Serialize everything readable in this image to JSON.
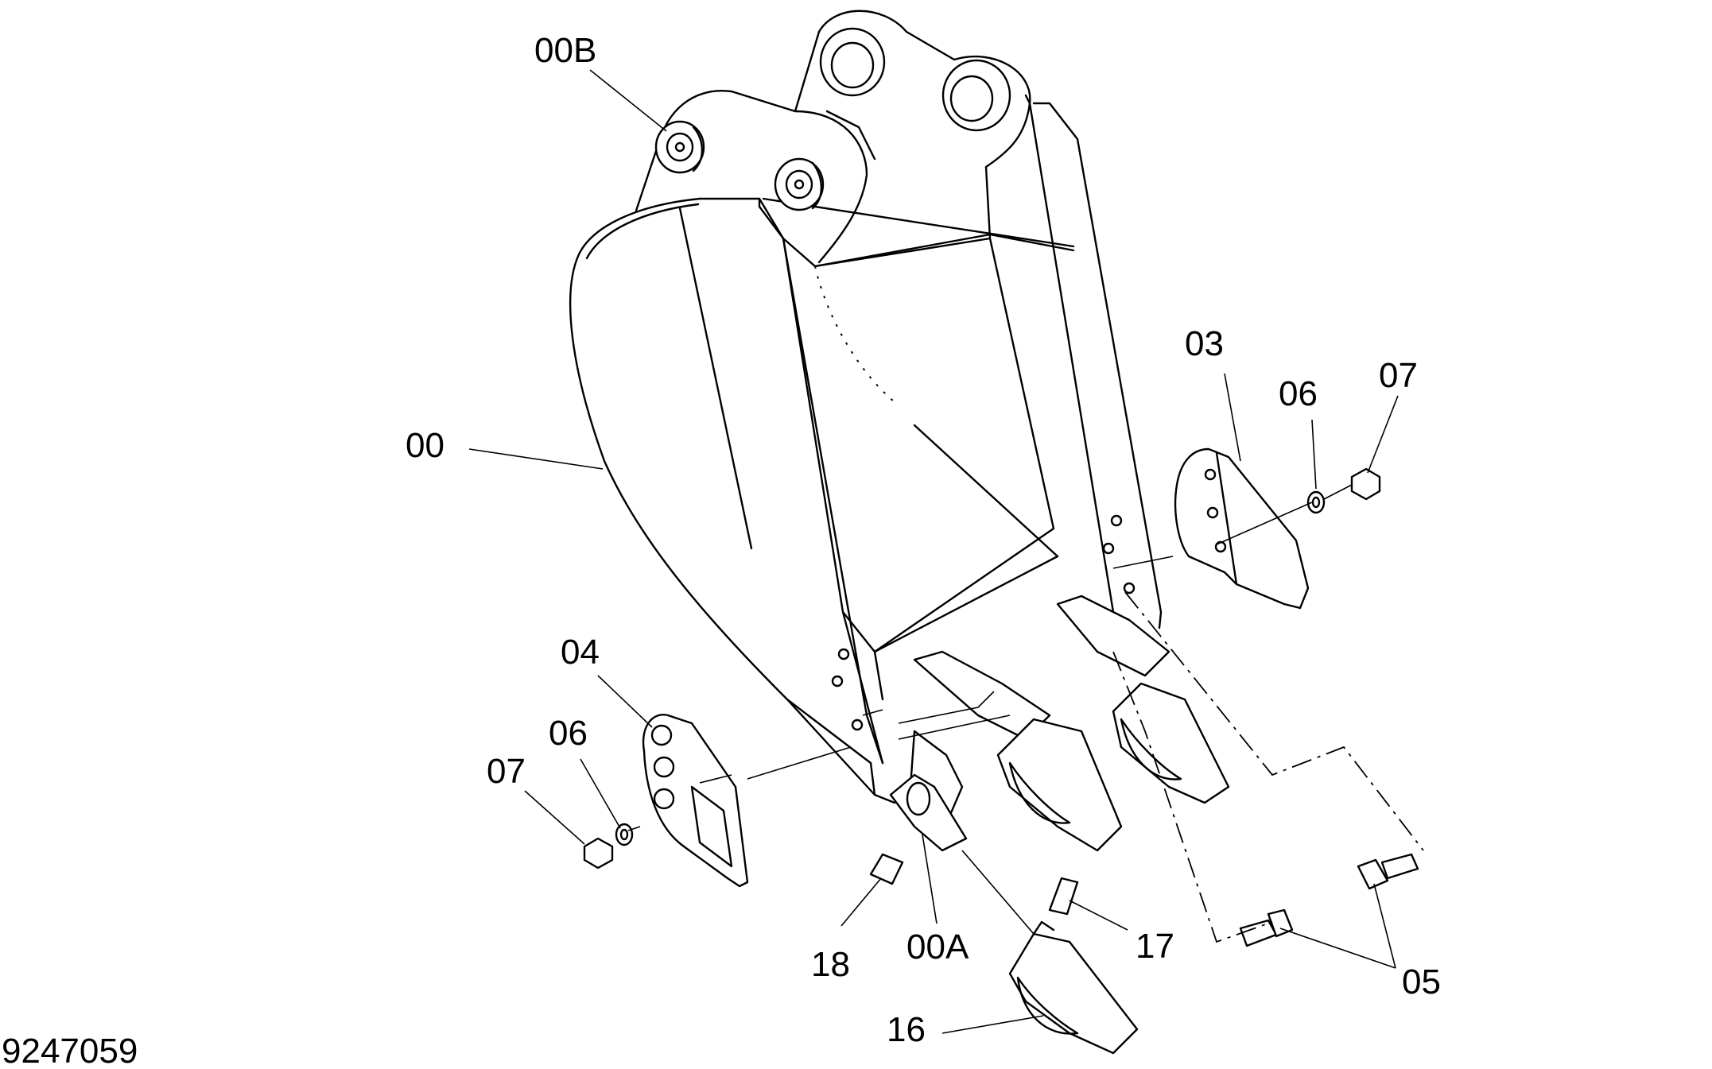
{
  "figure_number": "9247059",
  "callouts": [
    {
      "id": "00B",
      "text": "00B"
    },
    {
      "id": "00",
      "text": "00"
    },
    {
      "id": "03",
      "text": "03"
    },
    {
      "id": "06a",
      "text": "06"
    },
    {
      "id": "07a",
      "text": "07"
    },
    {
      "id": "04",
      "text": "04"
    },
    {
      "id": "06b",
      "text": "06"
    },
    {
      "id": "07b",
      "text": "07"
    },
    {
      "id": "18",
      "text": "18"
    },
    {
      "id": "00A",
      "text": "00A"
    },
    {
      "id": "17",
      "text": "17"
    },
    {
      "id": "05",
      "text": "05"
    },
    {
      "id": "16",
      "text": "16"
    }
  ]
}
